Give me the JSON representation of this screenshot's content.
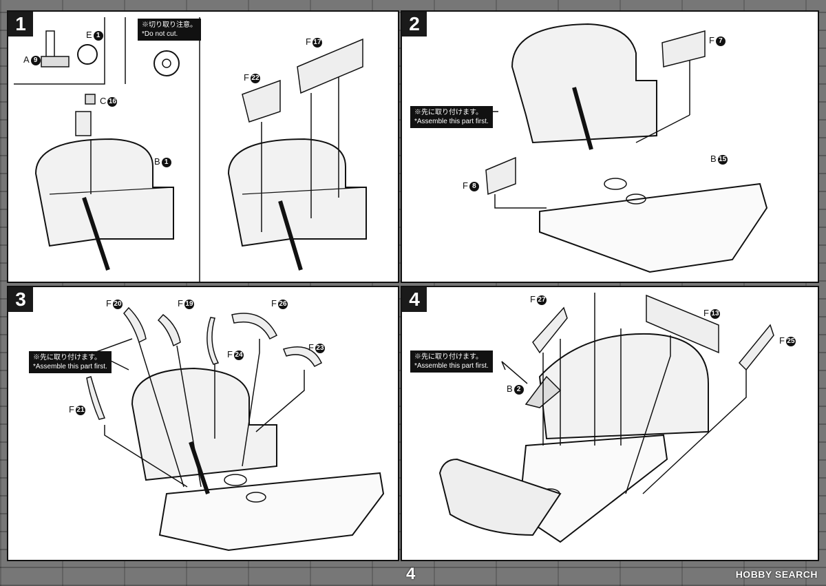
{
  "page_number": "4",
  "watermark": "HOBBY SEARCH",
  "steps": [
    {
      "number": "1",
      "notes": [
        {
          "jp": "※切り取り注意。",
          "en": "*Do not cut."
        }
      ],
      "parts": [
        {
          "letter": "E",
          "num": "1"
        },
        {
          "letter": "A",
          "num": "9"
        },
        {
          "letter": "C",
          "num": "16"
        },
        {
          "letter": "B",
          "num": "1"
        },
        {
          "letter": "F",
          "num": "22"
        },
        {
          "letter": "F",
          "num": "17"
        }
      ]
    },
    {
      "number": "2",
      "notes": [
        {
          "jp": "※先に取り付けます。",
          "en": "*Assemble this part first."
        }
      ],
      "parts": [
        {
          "letter": "F",
          "num": "7"
        },
        {
          "letter": "B",
          "num": "15"
        },
        {
          "letter": "F",
          "num": "8"
        }
      ]
    },
    {
      "number": "3",
      "notes": [
        {
          "jp": "※先に取り付けます。",
          "en": "*Assemble this part first."
        }
      ],
      "parts": [
        {
          "letter": "F",
          "num": "20"
        },
        {
          "letter": "F",
          "num": "19"
        },
        {
          "letter": "F",
          "num": "26"
        },
        {
          "letter": "F",
          "num": "24"
        },
        {
          "letter": "F",
          "num": "23"
        },
        {
          "letter": "F",
          "num": "21"
        }
      ]
    },
    {
      "number": "4",
      "notes": [
        {
          "jp": "※先に取り付けます。",
          "en": "*Assemble this part first."
        }
      ],
      "parts": [
        {
          "letter": "F",
          "num": "27"
        },
        {
          "letter": "F",
          "num": "13"
        },
        {
          "letter": "F",
          "num": "25"
        },
        {
          "letter": "B",
          "num": "2"
        }
      ]
    }
  ]
}
